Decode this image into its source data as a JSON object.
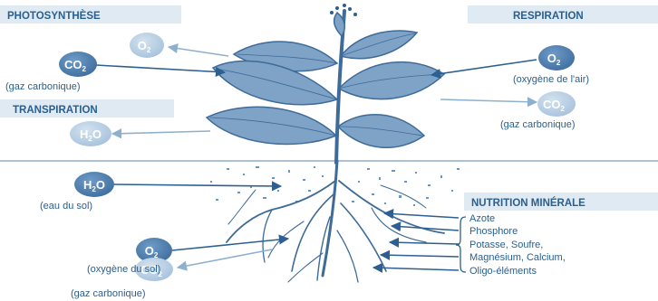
{
  "sections": {
    "photosynthese": "PHOTOSYNTHÈSE",
    "respiration": "RESPIRATION",
    "transpiration": "TRANSPIRATION",
    "nutrition": "NUTRITION MINÉRALE"
  },
  "molecules": {
    "o2": "O",
    "co2": "CO",
    "h2o_h": "H",
    "h2o_o": "O",
    "sub2": "2"
  },
  "captions": {
    "photo_co2": "(gaz carbonique)",
    "resp_o2": "(oxygène de l'air)",
    "resp_co2": "(gaz carbonique)",
    "soil_h2o": "(eau du sol)",
    "soil_o2": "(oxygène du sol)",
    "soil_co2": "(gaz carbonique)"
  },
  "minerals": [
    "Azote",
    "Phosphore",
    "Potasse, Soufre,",
    "Magnésium, Calcium,",
    "Oligo-éléments"
  ],
  "colors": {
    "header_bg": "#dfeaf3",
    "header_text": "#2a5f8f",
    "molecule_dark": "#4a78a8",
    "molecule_light": "#b6cde2",
    "arrow_dark": "#2d5f91",
    "arrow_light": "#8eb0cf",
    "leaf": "#7ea3c7",
    "leaf_edge": "#3e6b98",
    "soil_line": "#5b86b0"
  }
}
